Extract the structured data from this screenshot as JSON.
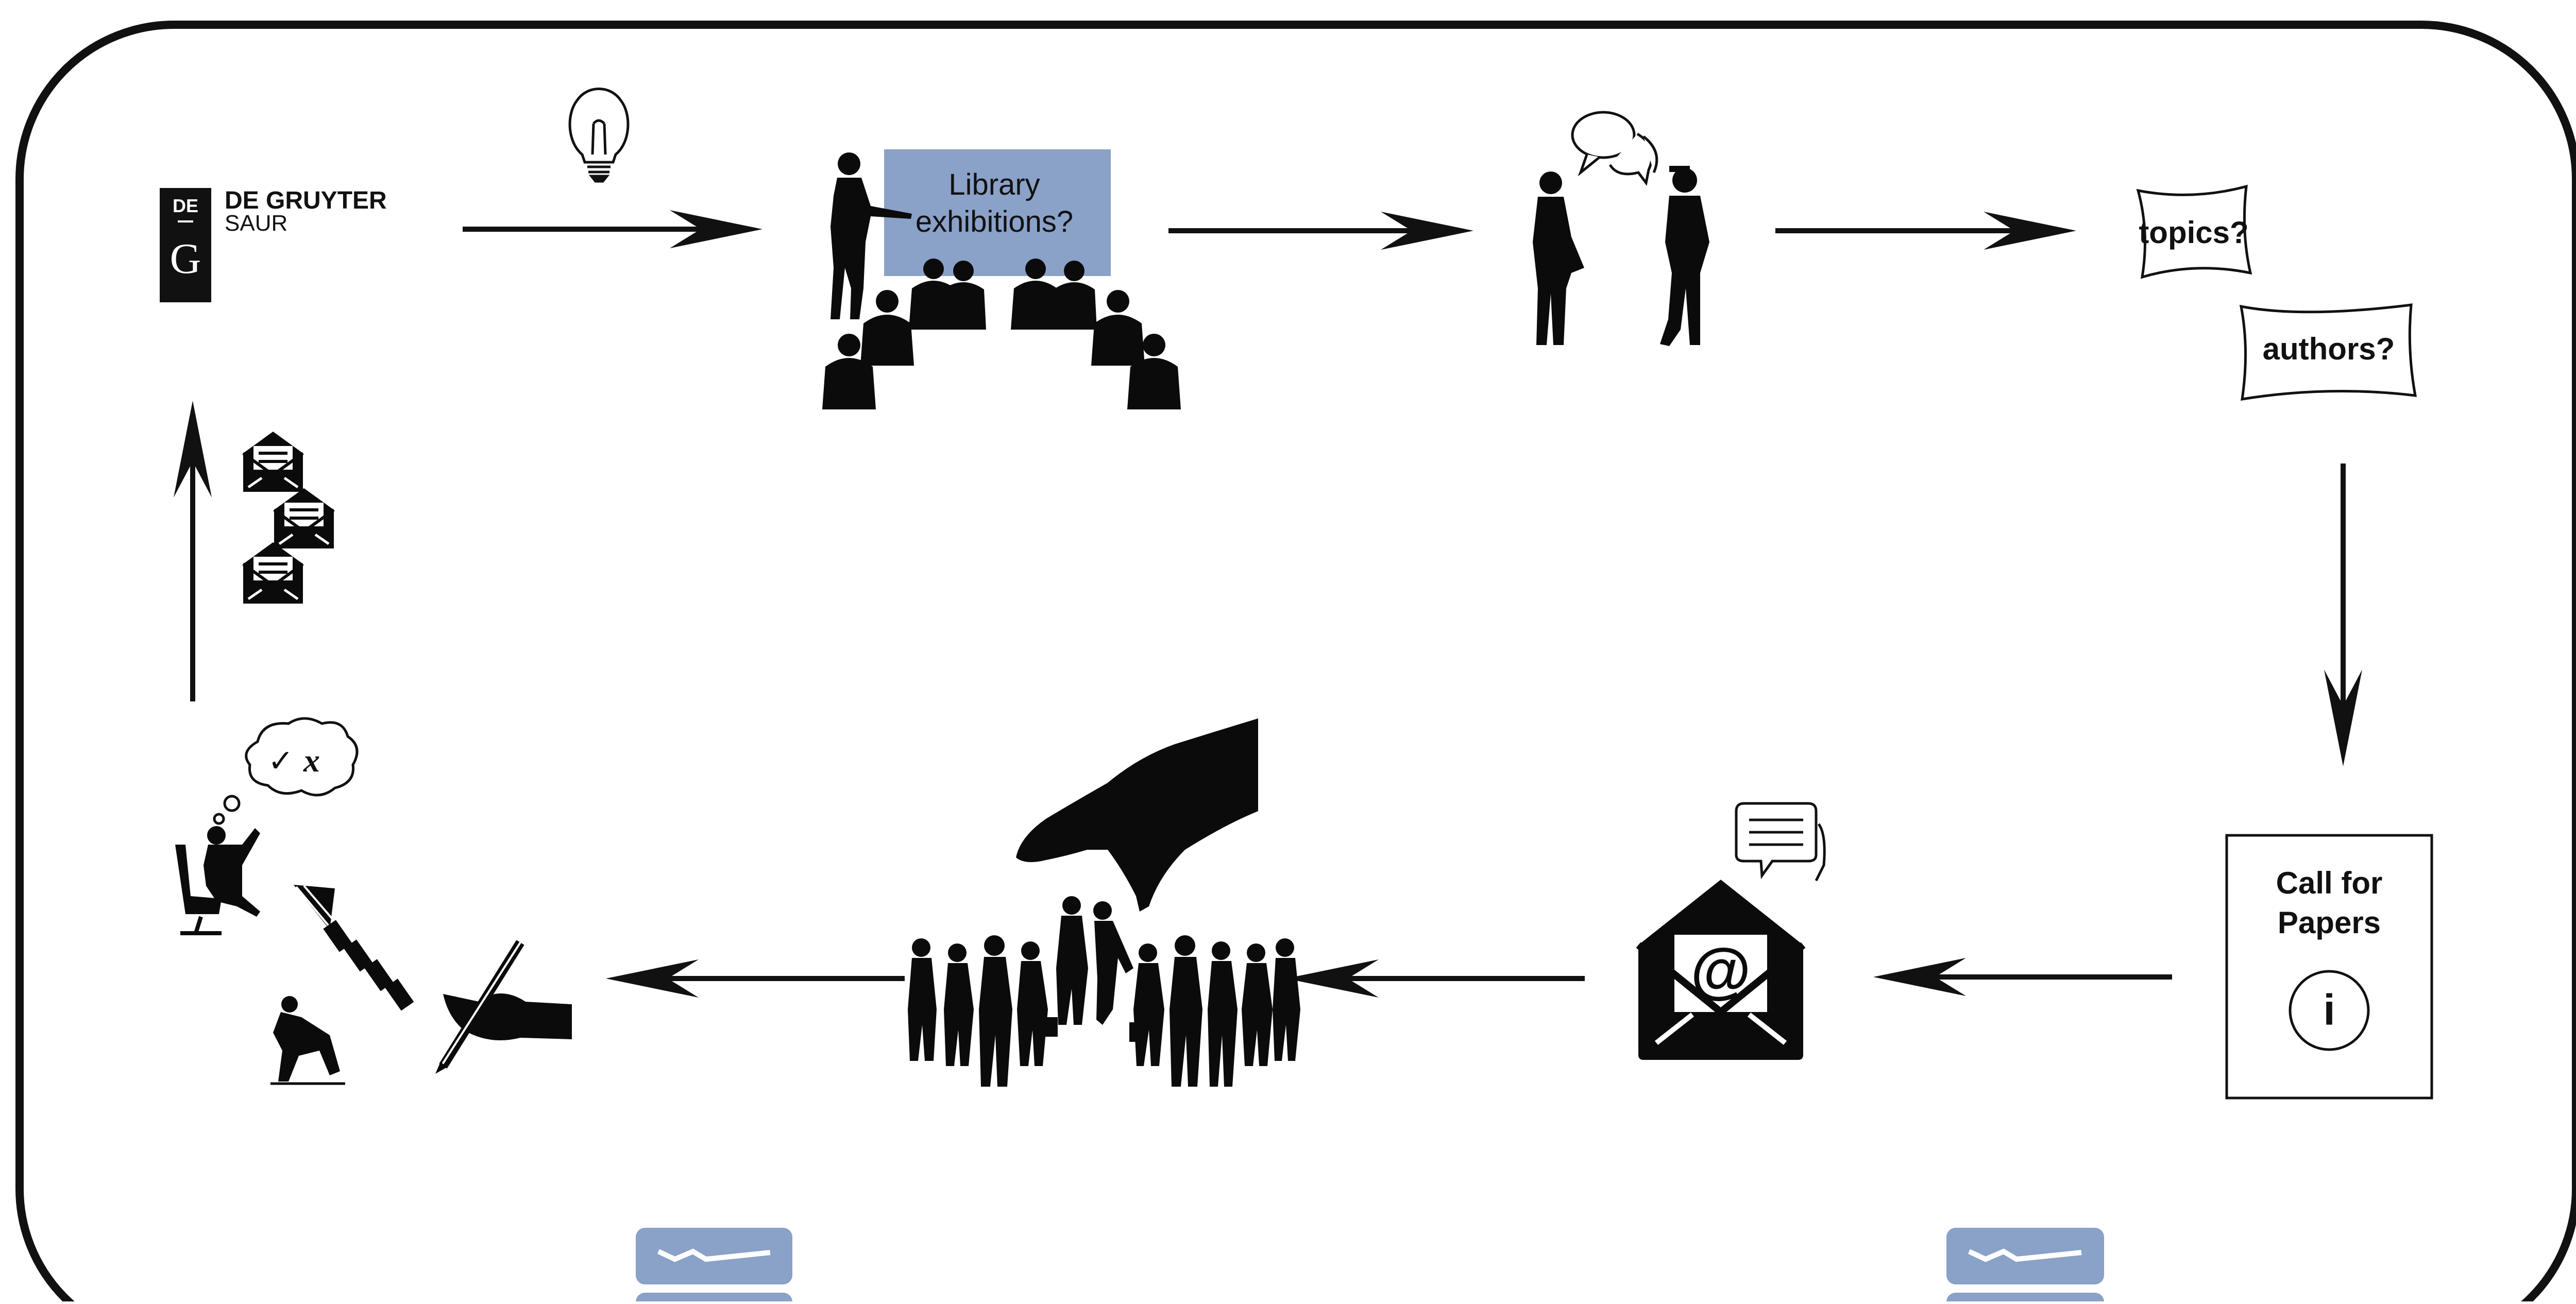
{
  "logo": {
    "mark_top": "DE",
    "mark_bottom": "G",
    "name_line1": "DE GRUYTER",
    "name_line2": "SAUR"
  },
  "presentation": {
    "slide_text_line1": "Library",
    "slide_text_line2": "exhibitions?"
  },
  "questions": {
    "topics": "topics?",
    "authors": "authors?"
  },
  "call_for_papers": {
    "line1": "Call for",
    "line2": "Papers",
    "info_symbol": "i"
  },
  "email": {
    "at_symbol": "@"
  },
  "review_thought": {
    "check": "✓",
    "cross": "x"
  },
  "colors": {
    "border": "#111111",
    "slide_fill": "#8aa1c8",
    "silhouette": "#0b0b0b",
    "tab_fill": "#8aa1c8"
  }
}
